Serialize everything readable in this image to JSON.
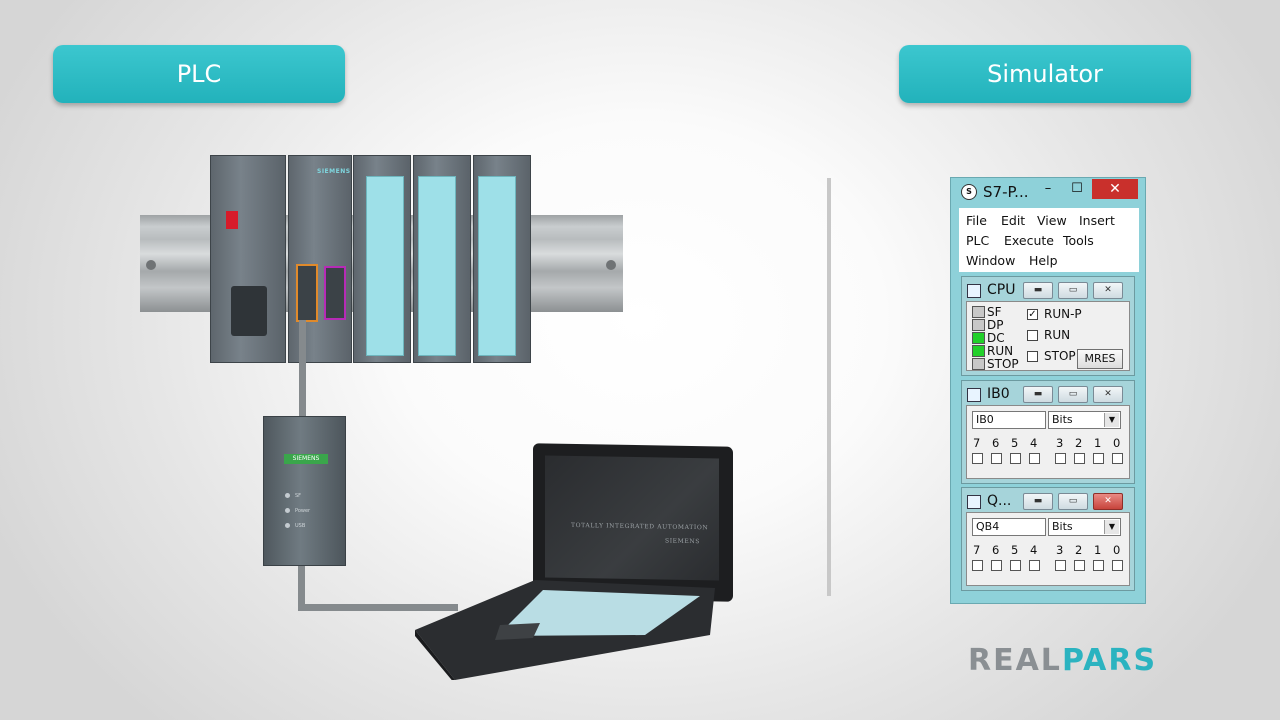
{
  "headers": {
    "plc_label": "PLC",
    "simulator_label": "Simulator"
  },
  "simulator": {
    "window_title": "S7-P...",
    "title_buttons": {
      "minimize": "–",
      "maximize": "☐",
      "close": "✕"
    },
    "menu": [
      "File",
      "Edit",
      "View",
      "Insert",
      "PLC",
      "Execute",
      "Tools",
      "Window",
      "Help"
    ],
    "cpu": {
      "label": "CPU",
      "leds": [
        {
          "label": "SF",
          "on": false
        },
        {
          "label": "DP",
          "on": false
        },
        {
          "label": "DC",
          "on": true
        },
        {
          "label": "RUN",
          "on": true
        },
        {
          "label": "STOP",
          "on": false
        }
      ],
      "modes": [
        {
          "label": "RUN-P",
          "checked": true
        },
        {
          "label": "RUN",
          "checked": false
        },
        {
          "label": "STOP",
          "checked": false
        }
      ],
      "mres_label": "MRES"
    },
    "input_window": {
      "label": "IB0",
      "address": "IB0",
      "format": "Bits",
      "bits": [
        "7",
        "6",
        "5",
        "4",
        "3",
        "2",
        "1",
        "0"
      ]
    },
    "output_window": {
      "label": "Q...",
      "address": "QB4",
      "format": "Bits",
      "bits": [
        "7",
        "6",
        "5",
        "4",
        "3",
        "2",
        "1",
        "0"
      ]
    }
  },
  "hardware": {
    "brand": "SIEMENS",
    "adapter_labels": [
      "SF",
      "Power",
      "USB"
    ],
    "laptop_screen_text": "TOTALLY INTEGRATED AUTOMATION",
    "laptop_brand": "SIEMENS"
  },
  "logo": {
    "part1": "REAL",
    "part2": "PARS",
    "color1": "#8a8f93",
    "color2": "#2bb3c0"
  },
  "colors": {
    "accent": "#2bb8c1",
    "led_on": "#22d02a",
    "close_red": "#c9302c"
  }
}
